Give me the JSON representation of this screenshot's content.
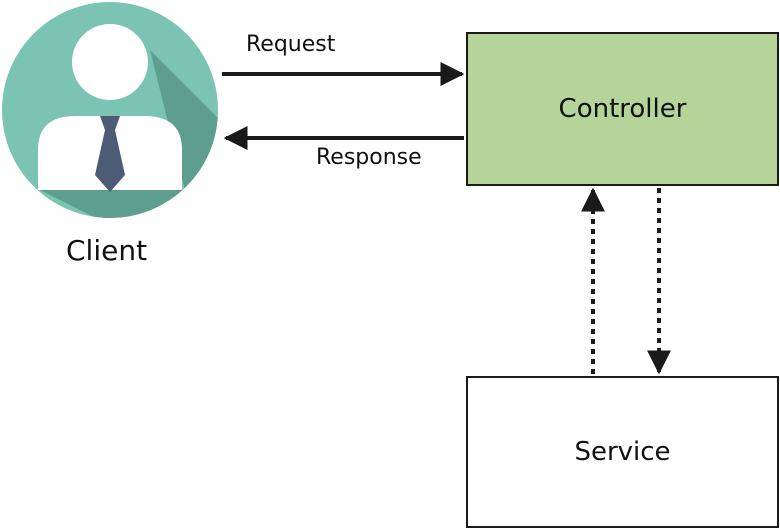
{
  "client": {
    "label": "Client"
  },
  "controller": {
    "label": "Controller"
  },
  "service": {
    "label": "Service"
  },
  "edges": {
    "request_label": "Request",
    "response_label": "Response"
  },
  "colors": {
    "avatar_background": "#7bc4b3",
    "avatar_shadow": "#5d9e8f",
    "avatar_figure": "#ffffff",
    "avatar_tie": "#4d5c75",
    "controller_fill": "#b5d49a",
    "service_fill": "#ffffff",
    "stroke": "#1a1a1a"
  }
}
